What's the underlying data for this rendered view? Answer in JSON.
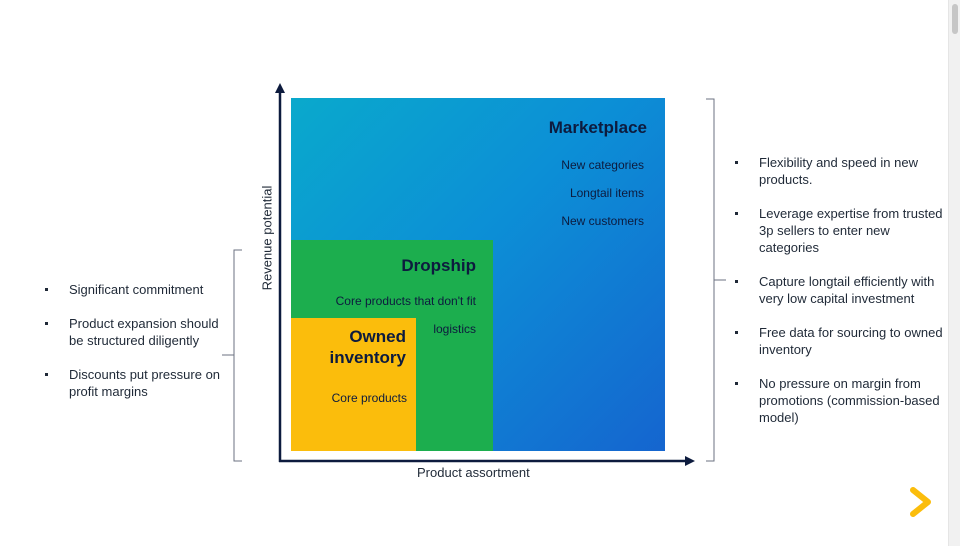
{
  "axes": {
    "x_label": "Product assortment",
    "y_label": "Revenue potential"
  },
  "blocks": {
    "marketplace": {
      "title": "Marketplace",
      "lines": [
        "New categories",
        "Longtail items",
        "New customers"
      ],
      "color": "#0c8fd6"
    },
    "dropship": {
      "title": "Dropship",
      "lines": [
        "Core products that don't fit",
        "logistics"
      ],
      "color": "#1cae4e"
    },
    "owned": {
      "title_lines": [
        "Owned",
        "inventory"
      ],
      "lines": [
        "Core products"
      ],
      "color": "#fbbd0c"
    }
  },
  "left_bullets": [
    "Significant commitment",
    "Product expansion should be structured diligently",
    "Discounts put pressure on profit margins"
  ],
  "right_bullets": [
    "Flexibility and speed in new products.",
    "Leverage expertise from trusted 3p sellers to enter new categories",
    "Capture longtail efficiently with very low capital investment",
    "Free data for sourcing to owned inventory",
    "No pressure on margin from promotions (commission-based model)"
  ],
  "logo": {
    "icon": "chevron-logo-icon",
    "color": "#fbbd0c"
  }
}
